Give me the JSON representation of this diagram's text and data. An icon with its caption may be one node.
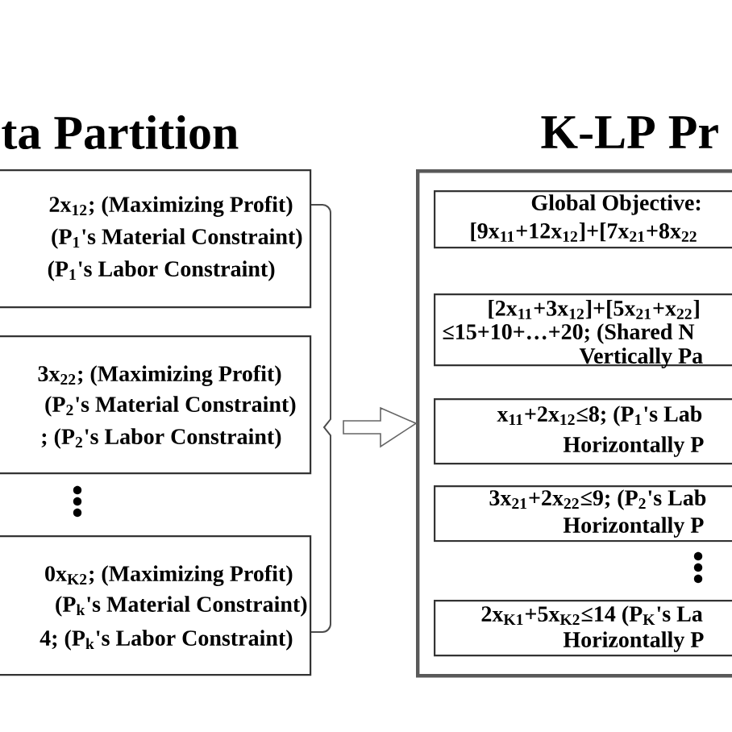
{
  "diagram": {
    "nodes": [
      {
        "text": [
          "2x$_{12}$; (Maximizing Profit)",
          "(P$_{1}$'s Material Constraint)",
          "(P$_{1}$'s Labor Constraint)"
        ]
      },
      {
        "text": [
          "3x$_{22}$; (Maximizing Profit)",
          "(P$_{2}$'s Material Constraint)",
          "; (P$_{2}$'s Labor Constraint)"
        ]
      },
      {
        "text": [
          "0x$_{K2}$; (Maximizing Profit)",
          "(P$_{k}$'s Material Constraint)",
          "4; (P$_{k}$'s Labor Constraint)"
        ]
      },
      {
        "text": [],
        "shape": "box"
      },
      {
        "text": [
          "Global Objective:",
          "[9x$_{11}$+12x$_{12}$]+[7x$_{21}$+8x$_{22}$"
        ],
        "in": 3
      },
      {
        "text": [
          "[2x$_{11}$+3x$_{12}$]+[5x$_{21}$+x$_{22}$]",
          "≤15+10+…+20; (Shared N",
          "Vertically Pa"
        ],
        "in": 3
      },
      {
        "text": [
          "x$_{11}$+2x$_{12}$≤8; (P$_{1}$'s Lab",
          "Horizontally P"
        ],
        "in": 3
      },
      {
        "text": [
          "3x$_{21}$+2x$_{22}$≤9; (P$_{2}$'s Lab",
          "Horizontally P"
        ],
        "in": 3
      },
      {
        "text": [
          "2x$_{K1}$+5x$_{K2}$≤14 (P$_{K}$'s La",
          "Horizontally P"
        ],
        "in": 3
      }
    ],
    "edges": [
      {
        "from": null,
        "to": 3,
        "arrow": "to"
      }
    ],
    "labels": [
      "ta Partition",
      "K-LP Pr"
    ]
  }
}
